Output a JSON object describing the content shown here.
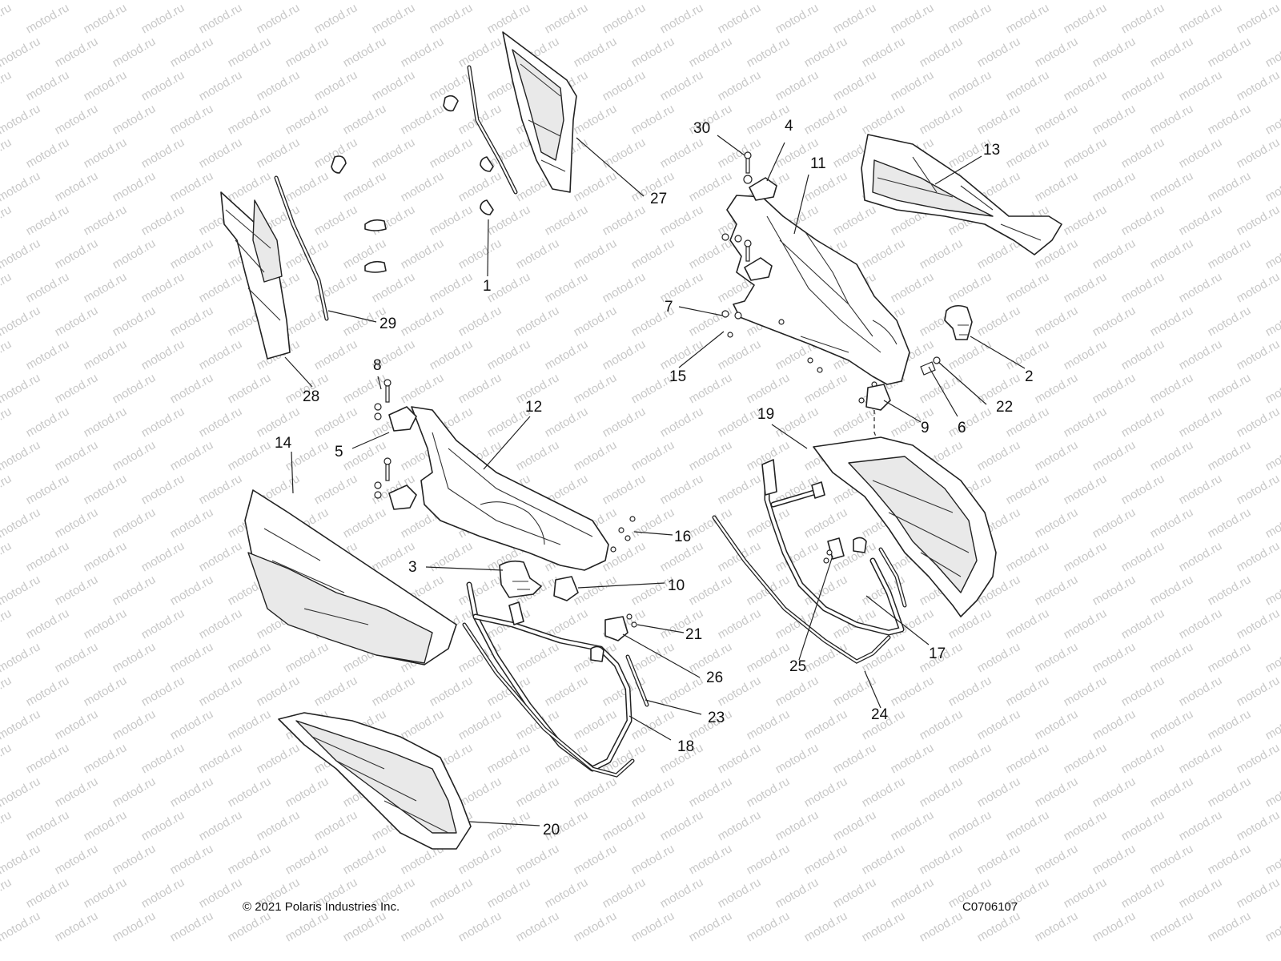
{
  "watermark": {
    "text": "motod.ru",
    "color": "#c8c8c8"
  },
  "footer": {
    "copyright": "© 2021 Polaris Industries Inc.",
    "drawing_code": "C0706107"
  },
  "callouts": {
    "n1": "1",
    "n2": "2",
    "n3": "3",
    "n4": "4",
    "n5": "5",
    "n6": "6",
    "n7": "7",
    "n8": "8",
    "n9": "9",
    "n10": "10",
    "n11": "11",
    "n12": "12",
    "n13": "13",
    "n14": "14",
    "n15": "15",
    "n16": "16",
    "n17": "17",
    "n18": "18",
    "n19": "19",
    "n20": "20",
    "n21": "21",
    "n22": "22",
    "n23": "23",
    "n24": "24",
    "n25": "25",
    "n26": "26",
    "n27": "27",
    "n28": "28",
    "n29": "29",
    "n30": "30"
  }
}
